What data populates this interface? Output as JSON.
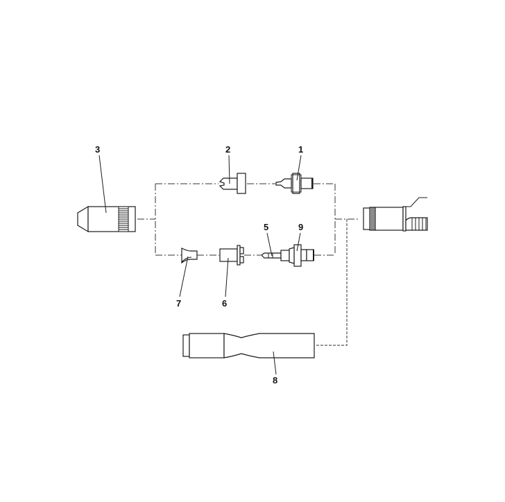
{
  "diagram": {
    "type": "exploded-parts-diagram",
    "callouts": [
      {
        "id": "1",
        "label": "1"
      },
      {
        "id": "2",
        "label": "2"
      },
      {
        "id": "3",
        "label": "3"
      },
      {
        "id": "5",
        "label": "5"
      },
      {
        "id": "6",
        "label": "6"
      },
      {
        "id": "7",
        "label": "7"
      },
      {
        "id": "8",
        "label": "8"
      },
      {
        "id": "9",
        "label": "9"
      }
    ],
    "colors": {
      "line": "#1a1a1a",
      "background": "#ffffff",
      "dotted_line": "#555555"
    }
  }
}
